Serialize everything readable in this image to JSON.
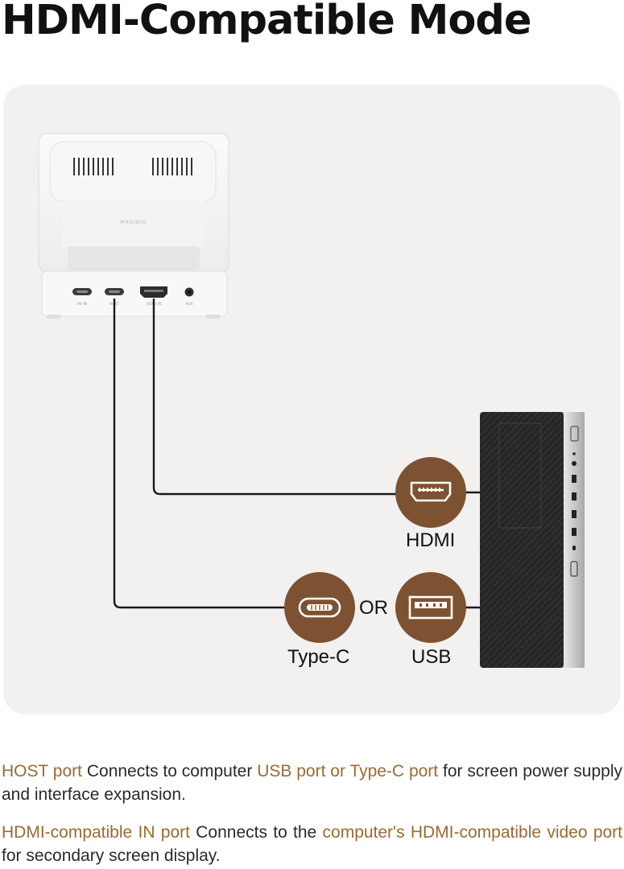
{
  "page": {
    "title": "HDMI-Compatible Mode"
  },
  "device": {
    "brand": "MAGIBIG",
    "port_labels": [
      "PD IN",
      "HOST",
      "HDMI IN",
      "AUX"
    ]
  },
  "connections": {
    "hdmi_label": "HDMI",
    "typec_label": "Type-C",
    "usb_label": "USB",
    "or_label": "OR"
  },
  "icons": {
    "hdmi": "hdmi-port-icon",
    "typec": "type-c-port-icon",
    "usb": "usb-port-icon"
  },
  "colors": {
    "accent": "#9a6a32",
    "badge": "#7d5232",
    "panel": "#f2f1f0"
  },
  "descriptions": [
    {
      "highlight1": "HOST port",
      "text1": " Connects to computer ",
      "highlight2": "USB port or Type-C port",
      "text2": " for screen power supply and interface expansion."
    },
    {
      "highlight1": "HDMI-compatible IN port",
      "text1": " Connects to the ",
      "highlight2": "computer's HDMI-compatible video port",
      "text2": " for secondary screen display."
    }
  ]
}
